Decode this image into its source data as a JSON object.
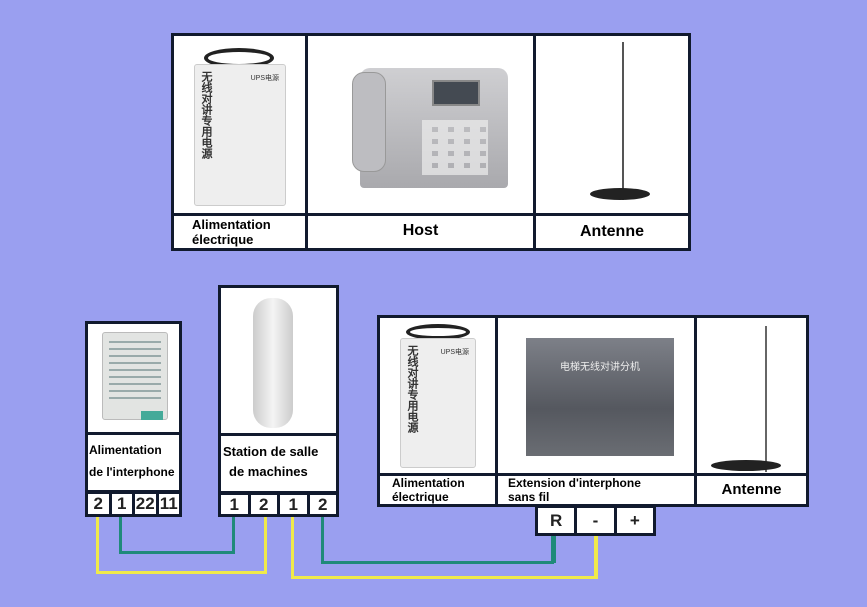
{
  "top_panel": {
    "items": [
      {
        "label": "Alimentation électrique",
        "label_lines": [
          "Alimentation",
          "électrique"
        ],
        "device_text": "无线对讲专用电源",
        "device_badge": "UPS电源"
      },
      {
        "label": "Host"
      },
      {
        "label": "Antenne"
      }
    ]
  },
  "bottom": {
    "intercom_power": {
      "label_lines": [
        "Alimentation",
        "de l'interphone"
      ],
      "terminals": [
        "2",
        "1",
        "22",
        "11"
      ]
    },
    "machine_room_station": {
      "label_lines": [
        "Station de salle",
        "de machines"
      ],
      "terminals": [
        "1",
        "2",
        "1",
        "2"
      ]
    },
    "extension_group": {
      "power": {
        "label_lines": [
          "Alimentation",
          "électrique"
        ],
        "device_text": "无线对讲专用电源",
        "device_badge": "UPS电源"
      },
      "extension": {
        "label_lines": [
          "Extension d'interphone",
          "sans fil"
        ],
        "device_text": "电梯无线对讲分机"
      },
      "antenna": {
        "label": "Antenne"
      },
      "terminals": [
        "R",
        "-",
        "+"
      ]
    }
  },
  "colors": {
    "background": "#9a9ff0",
    "wire_teal": "#1f8a7a",
    "wire_yellow": "#f0ea4a",
    "border": "#111a2e"
  }
}
